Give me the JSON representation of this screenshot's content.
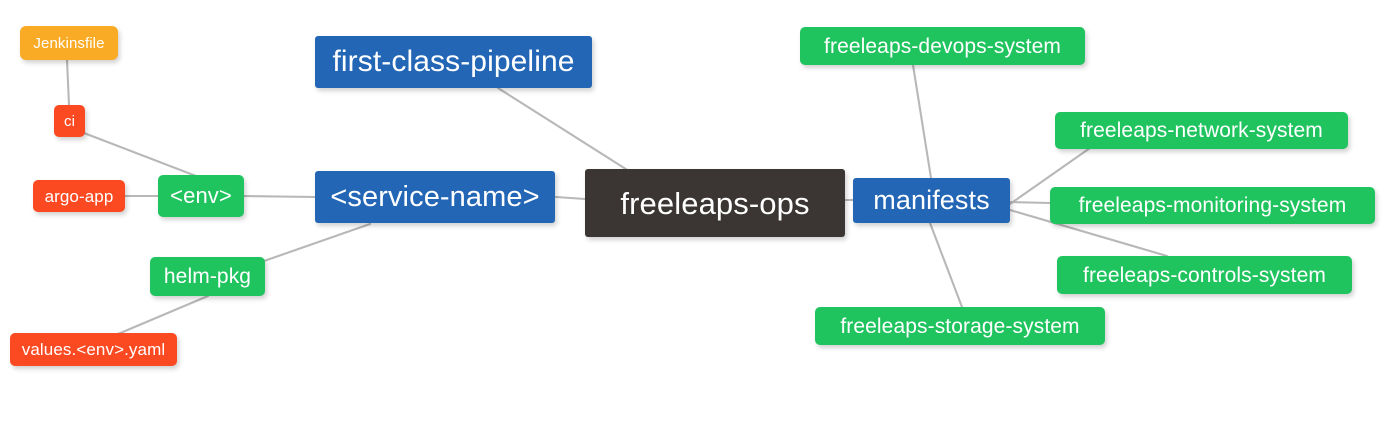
{
  "diagram": {
    "type": "mindmap",
    "title": "freeleaps-ops",
    "background": "#ffffff",
    "edge_color": "#b8b8b8",
    "palette": {
      "root": "#3b3634",
      "blue": "#2266b5",
      "green": "#20c45f",
      "red": "#fb4a21",
      "orange": "#faab26",
      "text": "#ffffff"
    }
  },
  "nodes": {
    "root": {
      "label": "freeleaps-ops"
    },
    "service_name": {
      "label": "<service-name>"
    },
    "first_class_pipeline": {
      "label": "first-class-pipeline"
    },
    "manifests": {
      "label": "manifests"
    },
    "env": {
      "label": "<env>"
    },
    "helm_pkg": {
      "label": "helm-pkg"
    },
    "jenkinsfile": {
      "label": "Jenkinsfile"
    },
    "ci": {
      "label": "ci"
    },
    "argo_app": {
      "label": "argo-app"
    },
    "values_yaml": {
      "label": "values.<env>.yaml"
    },
    "devops_system": {
      "label": "freeleaps-devops-system"
    },
    "network_system": {
      "label": "freeleaps-network-system"
    },
    "monitoring_system": {
      "label": "freeleaps-monitoring-system"
    },
    "controls_system": {
      "label": "freeleaps-controls-system"
    },
    "storage_system": {
      "label": "freeleaps-storage-system"
    }
  },
  "edges": [
    {
      "from": "root",
      "to": "service_name"
    },
    {
      "from": "root",
      "to": "first_class_pipeline"
    },
    {
      "from": "root",
      "to": "manifests"
    },
    {
      "from": "service_name",
      "to": "env"
    },
    {
      "from": "service_name",
      "to": "helm_pkg"
    },
    {
      "from": "env",
      "to": "ci"
    },
    {
      "from": "env",
      "to": "argo_app"
    },
    {
      "from": "ci",
      "to": "jenkinsfile"
    },
    {
      "from": "helm_pkg",
      "to": "values_yaml"
    },
    {
      "from": "manifests",
      "to": "devops_system"
    },
    {
      "from": "manifests",
      "to": "network_system"
    },
    {
      "from": "manifests",
      "to": "monitoring_system"
    },
    {
      "from": "manifests",
      "to": "controls_system"
    },
    {
      "from": "manifests",
      "to": "storage_system"
    }
  ]
}
